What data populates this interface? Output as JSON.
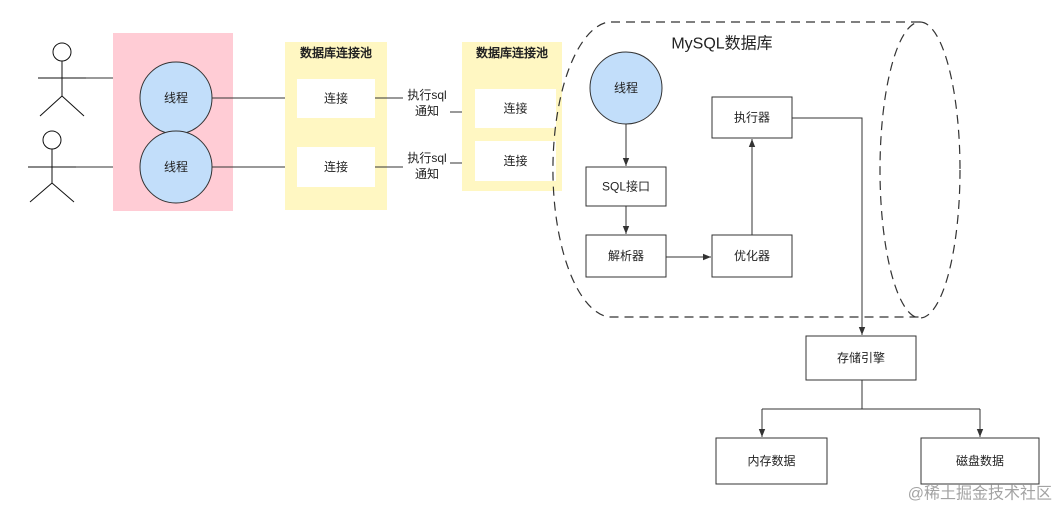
{
  "colors": {
    "thread_group": "#FFCCD5",
    "connection_pool": "#FFF7C2",
    "thread": "#C2DEFA",
    "box": "#FFFFFF"
  },
  "client": {
    "threads": [
      {
        "label": "线程"
      },
      {
        "label": "线程"
      }
    ]
  },
  "pools": [
    {
      "title": "数据库连接池",
      "connections": [
        "连接",
        "连接"
      ]
    },
    {
      "title": "数据库连接池",
      "connections": [
        "连接",
        "连接"
      ]
    }
  ],
  "notify": [
    {
      "line1": "执行sql",
      "line2": "通知"
    },
    {
      "line1": "执行sql",
      "line2": "通知"
    }
  ],
  "mysql": {
    "title": "MySQL数据库",
    "thread": "线程",
    "sql_interface": "SQL接口",
    "parser": "解析器",
    "optimizer": "优化器",
    "executor": "执行器"
  },
  "storage": {
    "engine": "存储引擎",
    "memory": "内存数据",
    "disk": "磁盘数据"
  },
  "watermark": "@稀土掘金技术社区"
}
